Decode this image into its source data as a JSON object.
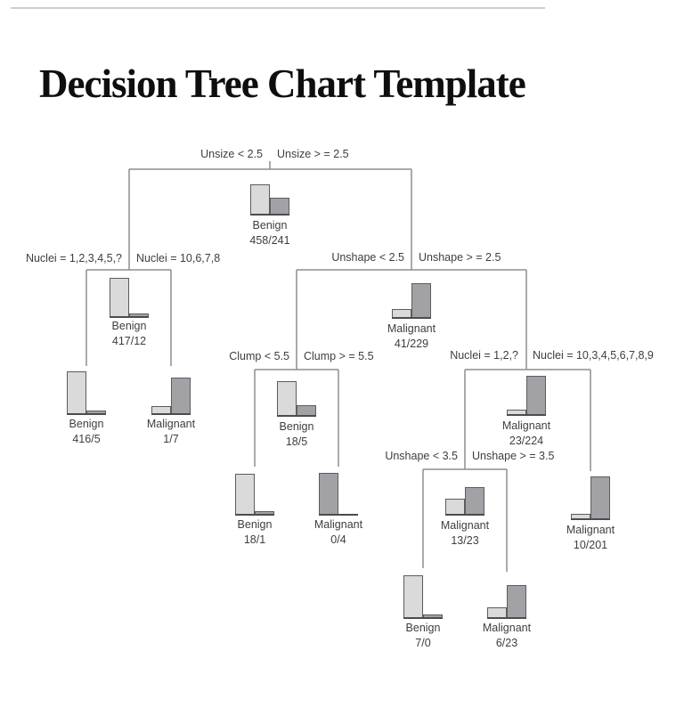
{
  "title": "Decision Tree Chart Template",
  "colors": {
    "benign_bar": "#dadada",
    "malignant_bar": "#a2a2a6",
    "bar_border": "#5c5c60",
    "baseline": "#4c4c4c",
    "branch_line": "#8e8e8e",
    "label_text": "#3e3e3e",
    "title_text": "#0e0e0e"
  },
  "splits": {
    "unsize": {
      "left": "Unsize < 2.5",
      "right": "Unsize > = 2.5"
    },
    "nuclei_l": {
      "left": "Nuclei = 1,2,3,4,5,?",
      "right": "Nuclei = 10,6,7,8"
    },
    "unshape2": {
      "left": "Unshape < 2.5",
      "right": "Unshape > = 2.5"
    },
    "clump": {
      "left": "Clump < 5.5",
      "right": "Clump > = 5.5"
    },
    "nuclei_r": {
      "left": "Nuclei = 1,2,?",
      "right": "Nuclei = 10,3,4,5,6,7,8,9"
    },
    "unshape3": {
      "left": "Unshape < 3.5",
      "right": "Unshape > = 3.5"
    }
  },
  "nodes": {
    "root": {
      "label": "Benign",
      "counts": "458/241",
      "benign": 458,
      "malignant": 241,
      "bars": {
        "benign": 33,
        "malignant": 18
      }
    },
    "b417": {
      "label": "Benign",
      "counts": "417/12",
      "benign": 417,
      "malignant": 12,
      "bars": {
        "benign": 43,
        "malignant": 3
      }
    },
    "b416": {
      "label": "Benign",
      "counts": "416/5",
      "benign": 416,
      "malignant": 5,
      "bars": {
        "benign": 47,
        "malignant": 3
      }
    },
    "m1_7": {
      "label": "Malignant",
      "counts": "1/7",
      "benign": 1,
      "malignant": 7,
      "bars": {
        "benign": 8,
        "malignant": 40
      }
    },
    "m41": {
      "label": "Malignant",
      "counts": "41/229",
      "benign": 41,
      "malignant": 229,
      "bars": {
        "benign": 9,
        "malignant": 38
      }
    },
    "b18_5": {
      "label": "Benign",
      "counts": "18/5",
      "benign": 18,
      "malignant": 5,
      "bars": {
        "benign": 38,
        "malignant": 11
      }
    },
    "b18_1": {
      "label": "Benign",
      "counts": "18/1",
      "benign": 18,
      "malignant": 1,
      "bars": {
        "benign": 45,
        "malignant": 3
      }
    },
    "m0_4": {
      "label": "Malignant",
      "counts": "0/4",
      "benign": 0,
      "malignant": 4,
      "bars": {
        "benign": 0,
        "malignant": 46
      }
    },
    "m23": {
      "label": "Malignant",
      "counts": "23/224",
      "benign": 23,
      "malignant": 224,
      "bars": {
        "benign": 5,
        "malignant": 43
      }
    },
    "m13": {
      "label": "Malignant",
      "counts": "13/23",
      "benign": 13,
      "malignant": 23,
      "bars": {
        "benign": 17,
        "malignant": 30
      }
    },
    "b7_0": {
      "label": "Benign",
      "counts": "7/0",
      "benign": 7,
      "malignant": 0,
      "bars": {
        "benign": 47,
        "malignant": 3
      }
    },
    "m6_23": {
      "label": "Malignant",
      "counts": "6/23",
      "benign": 6,
      "malignant": 23,
      "bars": {
        "benign": 11,
        "malignant": 36
      }
    },
    "m10": {
      "label": "Malignant",
      "counts": "10/201",
      "benign": 10,
      "malignant": 201,
      "bars": {
        "benign": 5,
        "malignant": 47
      }
    }
  },
  "chart_data": {
    "type": "tree",
    "bar_series": [
      "Benign (light)",
      "Malignant (dark)"
    ],
    "root": {
      "class": "Benign",
      "benign": 458,
      "malignant": 241,
      "split": "Unsize",
      "left": {
        "condition": "Unsize < 2.5",
        "class": "Benign",
        "benign": 417,
        "malignant": 12,
        "split": "Nuclei",
        "left": {
          "condition": "Nuclei = 1,2,3,4,5,?",
          "class": "Benign",
          "benign": 416,
          "malignant": 5
        },
        "right": {
          "condition": "Nuclei = 10,6,7,8",
          "class": "Malignant",
          "benign": 1,
          "malignant": 7
        }
      },
      "right": {
        "condition": "Unsize > = 2.5",
        "class": "Malignant",
        "benign": 41,
        "malignant": 229,
        "split": "Unshape",
        "left": {
          "condition": "Unshape < 2.5",
          "class": "Benign",
          "benign": 18,
          "malignant": 5,
          "split": "Clump",
          "left": {
            "condition": "Clump < 5.5",
            "class": "Benign",
            "benign": 18,
            "malignant": 1
          },
          "right": {
            "condition": "Clump > = 5.5",
            "class": "Malignant",
            "benign": 0,
            "malignant": 4
          }
        },
        "right": {
          "condition": "Unshape > = 2.5",
          "class": "Malignant",
          "benign": 23,
          "malignant": 224,
          "split": "Nuclei",
          "left": {
            "condition": "Nuclei = 1,2,?",
            "class": "Malignant",
            "benign": 13,
            "malignant": 23,
            "split": "Unshape",
            "left": {
              "condition": "Unshape < 3.5",
              "class": "Benign",
              "benign": 7,
              "malignant": 0
            },
            "right": {
              "condition": "Unshape > = 3.5",
              "class": "Malignant",
              "benign": 6,
              "malignant": 23
            }
          },
          "right": {
            "condition": "Nuclei = 10,3,4,5,6,7,8,9",
            "class": "Malignant",
            "benign": 10,
            "malignant": 201
          }
        }
      }
    }
  }
}
